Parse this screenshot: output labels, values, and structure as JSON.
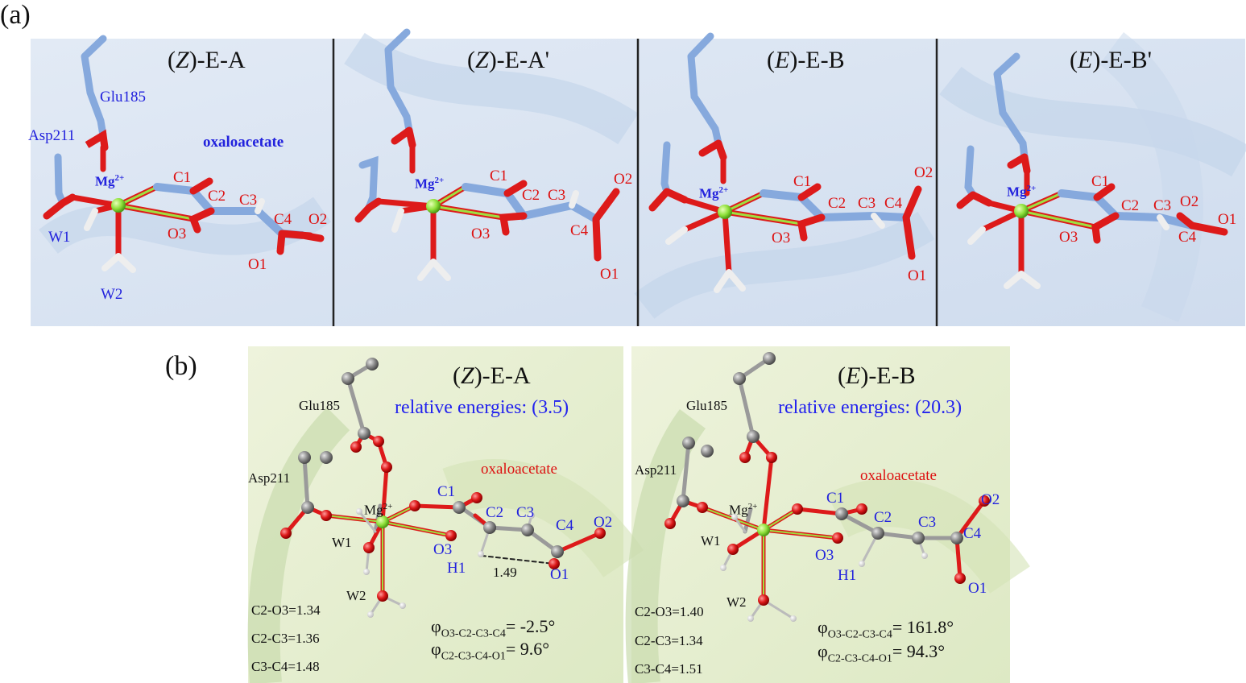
{
  "panel_a": {
    "label": "(a)",
    "subpanels": [
      {
        "title_prefix": "(",
        "title_italic": "Z",
        "title_suffix": ")-E-A",
        "labels": {
          "glu": "Glu185",
          "asp": "Asp211",
          "ligand": "oxaloacetate",
          "mg": "Mg",
          "mg_sup": "2+",
          "c1": "C1",
          "c2": "C2",
          "c3": "C3",
          "c4": "C4",
          "o1": "O1",
          "o2": "O2",
          "o3": "O3",
          "w1": "W1",
          "w2": "W2"
        }
      },
      {
        "title_prefix": "(",
        "title_italic": "Z",
        "title_suffix": ")-E-A'",
        "labels": {
          "mg": "Mg",
          "mg_sup": "2+",
          "c1": "C1",
          "c2": "C2",
          "c3": "C3",
          "c4": "C4",
          "o1": "O1",
          "o2": "O2",
          "o3": "O3"
        }
      },
      {
        "title_prefix": "(",
        "title_italic": "E",
        "title_suffix": ")-E-B",
        "labels": {
          "mg": "Mg",
          "mg_sup": "2+",
          "c1": "C1",
          "c2": "C2",
          "c3": "C3",
          "c4": "C4",
          "o1": "O1",
          "o2": "O2",
          "o3": "O3"
        }
      },
      {
        "title_prefix": "(",
        "title_italic": "E",
        "title_suffix": ")-E-B'",
        "labels": {
          "mg": "Mg",
          "mg_sup": "2+",
          "c1": "C1",
          "c2": "C2",
          "c3": "C3",
          "c4": "C4",
          "o1": "O1",
          "o2": "O2",
          "o3": "O3"
        }
      }
    ]
  },
  "panel_b": {
    "label": "(b)",
    "left": {
      "title_prefix": "(",
      "title_italic": "Z",
      "title_suffix": ")-E-A",
      "energy": "relative energies: (3.5)",
      "labels": {
        "glu": "Glu185",
        "asp": "Asp211",
        "ligand": "oxaloacetate",
        "mg": "Mg",
        "mg_sup": "2+",
        "c1": "C1",
        "c2": "C2",
        "c3": "C3",
        "c4": "C4",
        "o1": "O1",
        "o2": "O2",
        "o3": "O3",
        "h1": "H1",
        "w1": "W1",
        "w2": "W2",
        "hbond": "1.49"
      },
      "bonds": [
        "C2-O3=1.34",
        "C2-C3=1.36",
        "C3-C4=1.48"
      ],
      "phi1_sym": "φ",
      "phi1_sub": "O3-C2-C3-C4",
      "phi1_val": "= -2.5°",
      "phi2_sym": "φ",
      "phi2_sub": "C2-C3-C4-O1",
      "phi2_val": "= 9.6°"
    },
    "right": {
      "title_prefix": "(",
      "title_italic": "E",
      "title_suffix": ")-E-B",
      "energy": "relative energies: (20.3)",
      "labels": {
        "glu": "Glu185",
        "asp": "Asp211",
        "ligand": "oxaloacetate",
        "mg": "Mg",
        "mg_sup": "2+",
        "c1": "C1",
        "c2": "C2",
        "c3": "C3",
        "c4": "C4",
        "o1": "O1",
        "o2": "O2",
        "o3": "O3",
        "h1": "H1",
        "w1": "W1",
        "w2": "W2"
      },
      "bonds": [
        "C2-O3=1.40",
        "C2-C3=1.34",
        "C3-C4=1.51"
      ],
      "phi1_sym": "φ",
      "phi1_sub": "O3-C2-C3-C4",
      "phi1_val": "= 161.8°",
      "phi2_sym": "φ",
      "phi2_sub": "C2-C3-C4-O1",
      "phi2_val": "= 94.3°"
    }
  },
  "colors": {
    "carbon_stick": "#86a9dd",
    "oxygen": "#dd1a1a",
    "magnesium": "#8ee03a",
    "hydrogen": "#f2f2f2",
    "carbon_ball": "#8c8c8c",
    "bg_a": "#d6e2f0",
    "bg_b": "#e4edd0",
    "label_blue": "#2222dd",
    "label_red": "#dd1111"
  }
}
